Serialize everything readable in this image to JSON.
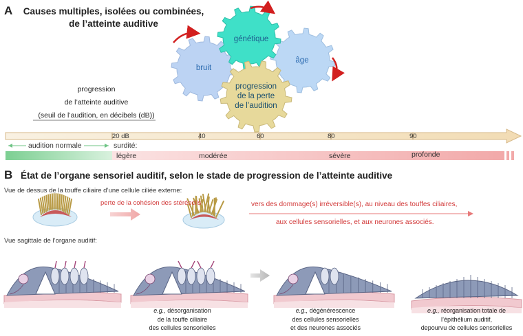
{
  "panelA": {
    "letter": "A",
    "title_line1": "Causes multiples, isolées ou combinées,",
    "title_line2": "de l’atteinte auditive",
    "gears": {
      "genetique": "génétique",
      "bruit": "bruit",
      "age": "âge",
      "progression_l1": "progression",
      "progression_l2": "de la perte",
      "progression_l3": "de l’audition"
    },
    "axis_label_l1": "progression",
    "axis_label_l2": "de l’atteinte auditive",
    "axis_label_l3": "(seuil de l’audition, en décibels (dB))",
    "ticks": [
      "20 dB",
      "40",
      "60",
      "80",
      "90"
    ],
    "normal_label": "audition normale",
    "deafness_label": "surdité:",
    "severity": [
      "légère",
      "modérée",
      "sévère",
      "profonde"
    ]
  },
  "panelB": {
    "letter": "B",
    "title": "État de l’organe sensoriel auditif, selon le stade de progression de l’atteinte auditive",
    "top_view_label": "Vue de dessus de la touffe ciliaire d’une cellule ciliée externe:",
    "cohesion_label": "perte de la cohésion des stéréocils",
    "damage_l1": "vers des dommage(s) irréversible(s), au niveau des touffes ciliaires,",
    "damage_l2": "aux cellules sensorielles, et aux neurones associés.",
    "sagittal_label": "Vue sagittale de l’organe auditif:",
    "captions": [
      {
        "eg": "e.g.,",
        "l1": " désorganisation",
        "l2": "de la touffe ciliaire",
        "l3": "des cellules sensorielles"
      },
      {
        "eg": "e.g.,",
        "l1": " dégénérescence",
        "l2": "des cellules sensorielles",
        "l3": "et des neurones associés"
      },
      {
        "eg": "e.g.,",
        "l1": " réorganisation totale de",
        "l2": "l’épithélium auditif,",
        "l3": "depourvu de cellules sensorielles"
      }
    ]
  },
  "colors": {
    "gear_genetique": "#3fe0c8",
    "gear_bruit": "#bcd3f3",
    "gear_age": "#bcd8f5",
    "gear_progression": "#e7d99b",
    "arrow_red": "#d21f1f",
    "axis_fill": "#f6ebd7",
    "normal_green": "#8fd6a0",
    "severity_pink": "#f4b3b3"
  }
}
